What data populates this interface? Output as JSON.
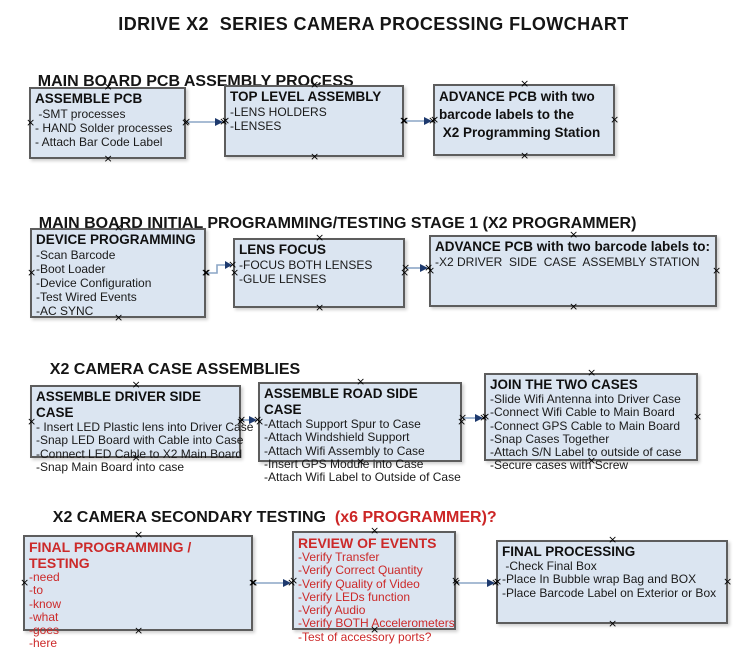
{
  "title": "IDRIVE X2  SERIES CAMERA PROCESSING FLOWCHART",
  "icons": {
    "connection_handle": "×",
    "arrow": "→"
  },
  "colors": {
    "box_fill": "#dbe5f1",
    "box_border": "#5d5d5d",
    "arrow_line": "#8ca6c6",
    "arrow_head": "#1e3a6e",
    "red_text": "#cc2a2a",
    "black_text": "#151515"
  },
  "sections": [
    {
      "heading": "MAIN BOARD PCB ASSEMBLY PROCESS",
      "boxes": [
        {
          "title": "ASSEMBLE PCB",
          "items": [
            " -SMT processes",
            "- HAND Solder processes",
            "- Attach Bar Code Label"
          ]
        },
        {
          "title": "TOP LEVEL ASSEMBLY",
          "items": [
            "-LENS HOLDERS",
            "-LENSES"
          ]
        },
        {
          "title": "ADVANCE PCB with two\nbarcode labels to the\n X2 Programming Station",
          "items": []
        }
      ]
    },
    {
      "heading": "MAIN BOARD INITIAL PROGRAMMING/TESTING STAGE 1 (X2 PROGRAMMER)",
      "boxes": [
        {
          "title": "DEVICE PROGRAMMING",
          "items": [
            "-Scan Barcode",
            "-Boot Loader",
            "-Device Configuration",
            "-Test Wired Events",
            "-AC SYNC"
          ]
        },
        {
          "title": "LENS FOCUS",
          "items": [
            "-FOCUS BOTH LENSES",
            "-GLUE LENSES"
          ]
        },
        {
          "title": "ADVANCE PCB with two barcode labels to:",
          "items": [
            "-X2 DRIVER  SIDE  CASE  ASSEMBLY STATION"
          ]
        }
      ]
    },
    {
      "heading": "X2 CAMERA CASE ASSEMBLIES",
      "boxes": [
        {
          "title": "ASSEMBLE DRIVER SIDE CASE",
          "items": [
            "- Insert LED Plastic lens into Driver Case",
            "-Snap LED Board with Cable into Case",
            "-Connect LED Cable to X2 Main Board",
            "-Snap Main Board into case"
          ]
        },
        {
          "title": "ASSEMBLE ROAD SIDE CASE",
          "items": [
            "-Attach Support Spur to Case",
            "-Attach Windshield Support",
            "-Attach Wifi Assembly to Case",
            "-Insert GPS Module into Case",
            "-Attach Wifi Label to Outside of Case"
          ]
        },
        {
          "title": "JOIN THE TWO CASES",
          "items": [
            "-Slide Wifi Antenna into Driver Case",
            "-Connect Wifi Cable to Main Board",
            "-Connect GPS Cable to Main Board",
            "-Snap Cases Together",
            "-Attach S/N Label to outside of case",
            "-Secure cases with Screw"
          ]
        }
      ]
    },
    {
      "heading": "X2 CAMERA SECONDARY TESTING ",
      "heading_red": " (x6 PROGRAMMER)?",
      "boxes": [
        {
          "title": "FINAL PROGRAMMING / TESTING",
          "items": [
            "-need",
            "-to",
            "-know",
            "-what",
            "-goes",
            "-here"
          ]
        },
        {
          "title": "REVIEW OF EVENTS",
          "items": [
            "-Verify Transfer",
            "-Verify Correct Quantity",
            "-Verify Quality of Video",
            "-Verify LEDs function",
            "-Verify Audio",
            "-Verify BOTH Accelerometers",
            "-Test of accessory ports?"
          ]
        },
        {
          "title": "FINAL PROCESSING",
          "items": [
            " -Check Final Box",
            "-Place In Bubble wrap Bag and BOX",
            "-Place Barcode Label on Exterior or Box"
          ]
        }
      ]
    }
  ]
}
